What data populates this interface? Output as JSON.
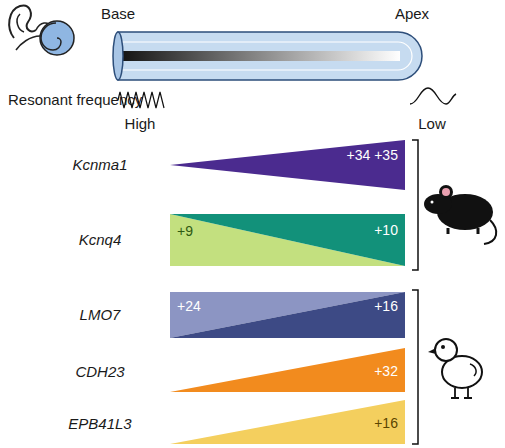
{
  "diagram": {
    "nodes": [
      {
        "text": [
          "+34 +35"
        ]
      },
      {
        "text": [
          "+9"
        ]
      },
      {
        "text": [
          "+10"
        ]
      },
      {
        "text": [
          "+24"
        ]
      },
      {
        "text": [
          "+16"
        ]
      },
      {
        "text": [
          "+32"
        ]
      },
      {
        "text": [
          "+16"
        ]
      }
    ],
    "labels": [
      "Base",
      "Apex",
      "Resonant frequency",
      "High",
      "Low",
      "Kcnma1",
      "Kcnq4",
      "LMO7",
      "CDH23",
      "EPB41L3"
    ]
  }
}
